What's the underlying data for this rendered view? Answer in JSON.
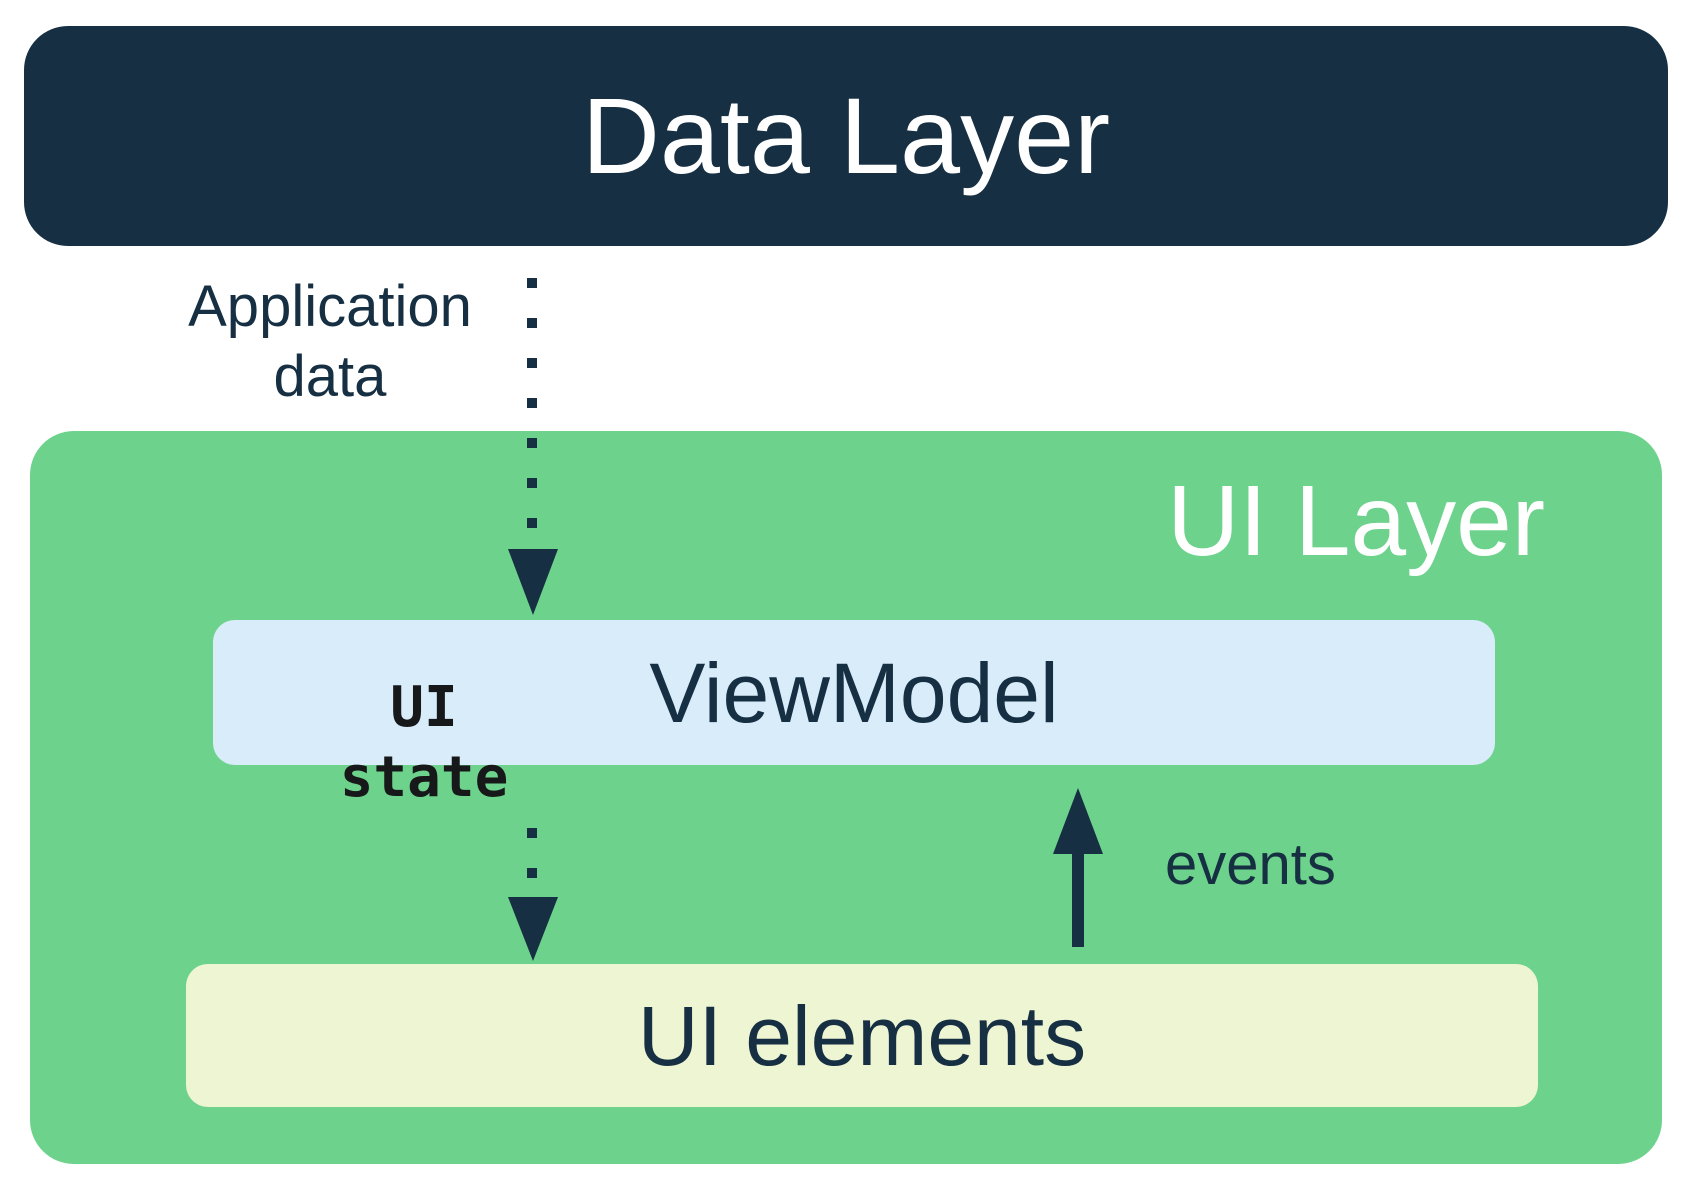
{
  "diagram": {
    "data_layer": {
      "label": "Data Layer"
    },
    "application_data_label": "Application\ndata",
    "ui_layer": {
      "label": "UI Layer"
    },
    "viewmodel": {
      "label": "ViewModel"
    },
    "ui_state": {
      "label": "UI\nstate"
    },
    "ui_elements": {
      "label": "UI elements"
    },
    "events_label": "events",
    "arrows": [
      {
        "name": "application-data-arrow",
        "style": "dotted",
        "direction": "down",
        "from": "Data Layer",
        "to": "ViewModel"
      },
      {
        "name": "ui-state-arrow",
        "style": "dotted",
        "direction": "down",
        "from": "ViewModel",
        "to": "UI elements"
      },
      {
        "name": "events-arrow",
        "style": "solid",
        "direction": "up",
        "from": "UI elements",
        "to": "ViewModel"
      }
    ],
    "colors": {
      "dark_navy": "#162f42",
      "green": "#6dd28b",
      "light_blue": "#d8ecfa",
      "cream": "#eef5d2",
      "light_gray": "#f1f3f4",
      "white_text": "#ffffff",
      "ui_state_text": "#17181a"
    }
  }
}
